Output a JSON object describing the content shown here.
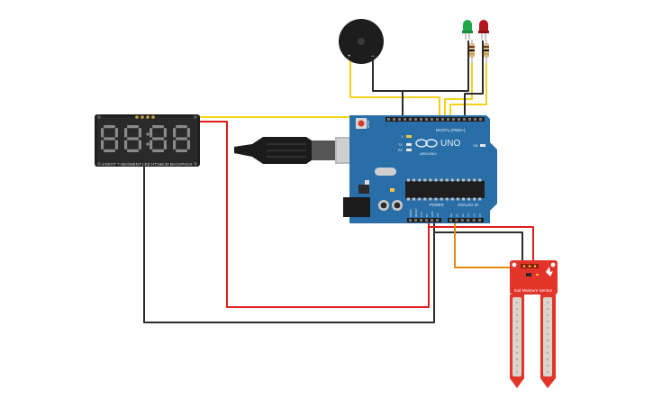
{
  "arduino": {
    "model": "UNO",
    "brand": "ARDUINO",
    "digital_label": "DIGITAL (PWM~)",
    "power_label": "POWER",
    "analog_label": "ANALOG IN",
    "aref": "AREF",
    "gnd": "GND",
    "tx": "TX",
    "rx": "RX",
    "l": "L",
    "on": "ON",
    "ioref": "IOREF",
    "reset": "RESET",
    "v33": "3.3V",
    "v5": "5V",
    "vin": "Vin",
    "analog_pins": [
      "A0",
      "A1",
      "A2",
      "A3",
      "A4",
      "A5"
    ]
  },
  "display": {
    "digits": [
      "8",
      "8",
      "8",
      "8"
    ],
    "caption": "4-DIGIT 7-SEGMENT LED HT16K33 BACKPACK"
  },
  "buzzer": {
    "plus": "+",
    "minus": "−"
  },
  "sensor": {
    "label": "Soil Moisture Sensor"
  },
  "colors": {
    "board": "#2a6ea8",
    "wire_yellow": "#f2d21b",
    "wire_red": "#e01b1b",
    "wire_black": "#2b2b2b",
    "wire_orange": "#e88a12",
    "sensor_red": "#e3342a",
    "led_green": "#1fa84a",
    "led_red": "#b3161c"
  }
}
